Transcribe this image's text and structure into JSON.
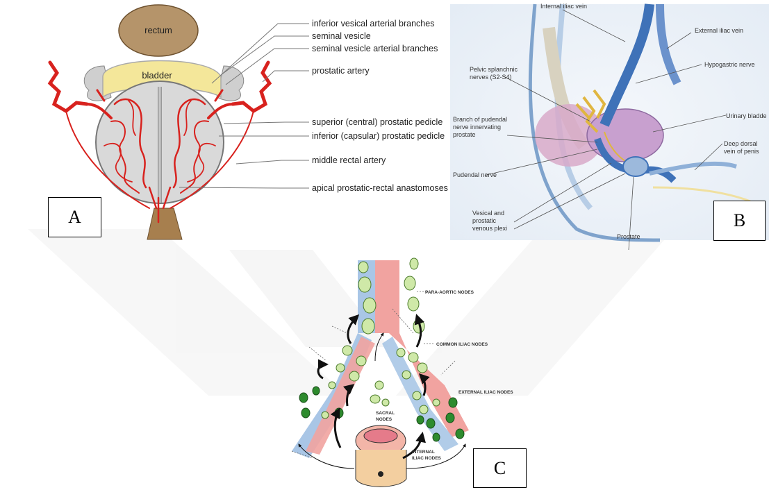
{
  "panel_a": {
    "rectum": "rectum",
    "bladder": "bladder",
    "labels": [
      "inferior vesical arterial branches",
      "seminal vesicle",
      "seminal vesicle arterial branches",
      "prostatic artery",
      "superior (central) prostatic pedicle",
      "inferior (capsular) prostatic pedicle",
      "middle rectal artery",
      "apical prostatic-rectal anastomoses"
    ],
    "tag": "A"
  },
  "panel_b": {
    "labels": [
      "Internal iliac vein",
      "External iliac vein",
      "Pelvic splanchnic",
      "nerves (S2-S4)",
      "Hypogastric nerve",
      "Branch of pudendal",
      "nerve innervating",
      "prostate",
      "Urinary bladde",
      "Pudendal nerve",
      "Deep dorsal",
      "vein of penis",
      "Vesical and",
      "prostatic",
      "venous plexi",
      "Prostate"
    ],
    "tag": "B"
  },
  "panel_c": {
    "labels": [
      "PARA-AORTIC NODES",
      "COMMON ILIAC NODES",
      "EXTERNAL ILIAC NODES",
      "SACRAL",
      "NODES",
      "INTERNAL",
      "ILIAC NODES"
    ],
    "tag": "C"
  },
  "colors": {
    "artery": "#d8221e",
    "vein": "#a9c6e6",
    "rectum": "#b5946a",
    "bladder": "#f4e79a",
    "prostate": "#d9d9d9",
    "node_light": "#cfe9a8",
    "node_dark": "#2e8b2e",
    "iliac_artery": "#f1a3a0"
  }
}
